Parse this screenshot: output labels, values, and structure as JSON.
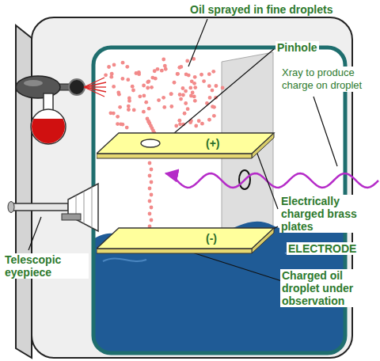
{
  "diagram": {
    "nodes": [
      {
        "text": [
          "(+)"
        ]
      },
      {
        "text": [
          "(-)"
        ]
      }
    ],
    "labels": [
      "Oil sprayed in fine droplets",
      "Pinhole",
      "Xray to produce charge on droplet",
      "Electrically charged brass plates",
      "ELECTRODE",
      "Telescopic eyepiece",
      "Charged oil droplet under observation"
    ]
  }
}
